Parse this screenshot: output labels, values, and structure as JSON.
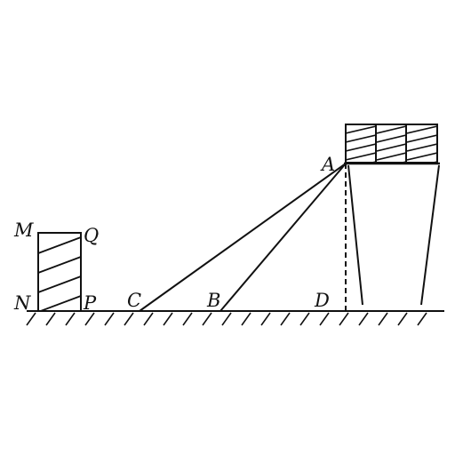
{
  "diagram": {
    "labels": {
      "M": "M",
      "Q": "Q",
      "N": "N",
      "P": "P",
      "C": "C",
      "B": "B",
      "D": "D",
      "A": "A"
    },
    "colors": {
      "stroke": "#111111",
      "background": "#ffffff"
    }
  }
}
